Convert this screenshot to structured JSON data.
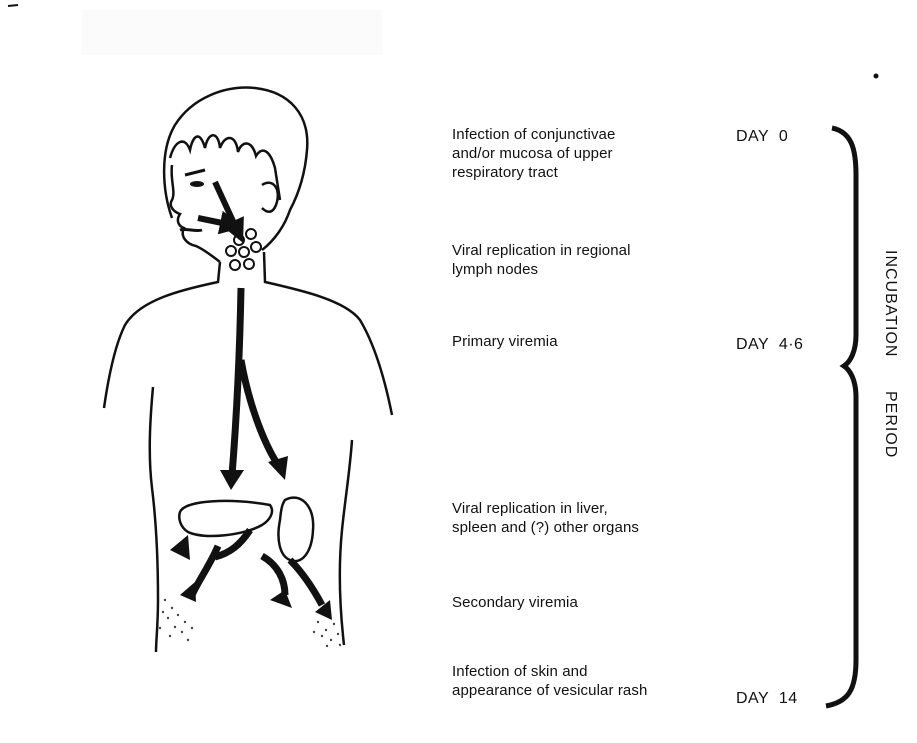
{
  "steps": [
    "Infection of conjunctivae\nand/or mucosa of upper\nrespiratory tract",
    "Viral replication in regional\nlymph nodes",
    "Primary viremia",
    "Viral replication in liver,\nspleen and (?) other organs",
    "Secondary viremia",
    "Infection of skin and\nappearance of vesicular rash"
  ],
  "days": {
    "day0": "DAY  0",
    "day4_6": "DAY  4·6",
    "day14": "DAY  14"
  },
  "period_label": {
    "word1": "INCUBATION",
    "word2": "PERIOD"
  },
  "colors": {
    "ink": "#111111",
    "background": "#ffffff",
    "stipple": "#444444"
  }
}
